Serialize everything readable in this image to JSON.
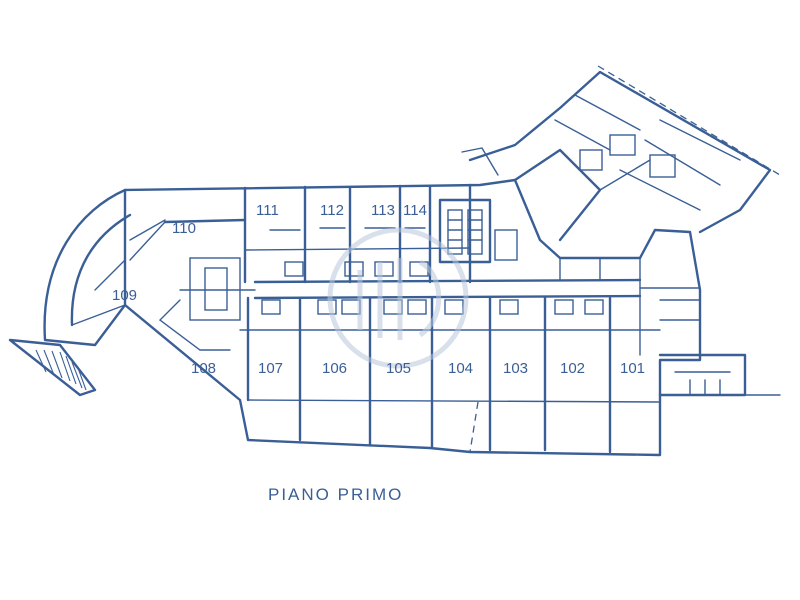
{
  "floor_title": "PIANO PRIMO",
  "units": [
    "101",
    "102",
    "103",
    "104",
    "105",
    "106",
    "107",
    "108",
    "109",
    "110",
    "111",
    "112",
    "113",
    "114"
  ],
  "colors": {
    "line": "#3a5f96",
    "watermark": "#b8c6da"
  }
}
